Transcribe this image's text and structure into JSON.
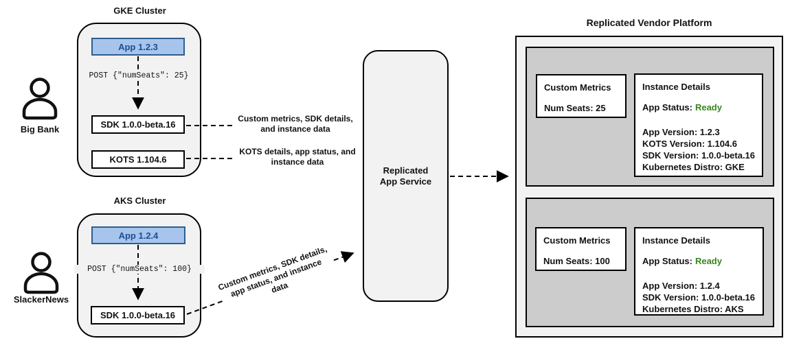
{
  "colors": {
    "container_fill": "#f2f2f2",
    "tenant_panel_fill": "#cccccc",
    "app_box_fill": "#a6c4ec",
    "app_box_border": "#2d5d8f",
    "app_box_text": "#1b4f91",
    "status_green": "#38861d",
    "line_black": "#000000"
  },
  "big_bank_flow": {
    "cluster_title": "GKE Cluster",
    "app_label": "App 1.2.3",
    "post_label": "POST {\"numSeats\": 25}",
    "sdk_label": "SDK 1.0.0-beta.16",
    "kots_label": "KOTS 1.104.6",
    "actor": "Big Bank"
  },
  "slackernews_flow": {
    "cluster_title": "AKS Cluster",
    "app_label": "App 1.2.4",
    "post_label": "POST {\"numSeats\": 100}",
    "sdk_label": "SDK 1.0.0-beta.16",
    "actor": "SlackerNews"
  },
  "arrow_labels": {
    "sdk_to_service": "Custom metrics, SDK details, and instance data",
    "kots_to_service": "KOTS details, app status, and instance data",
    "sdk2_to_service": "Custom metrics, SDK details, app status, and instance data"
  },
  "service": {
    "label": "Replicated App Service"
  },
  "platform": {
    "title": "Replicated Vendor Platform",
    "tenants": [
      {
        "name": "Big Bank",
        "custom_metrics_title": "Custom Metrics",
        "num_seats": "Num Seats: 25",
        "instance_details_title": "Instance Details",
        "app_status_label": "App Status:",
        "app_status_value": "Ready",
        "details": [
          "App Version: 1.2.3",
          "KOTS Version: 1.104.6",
          "SDK Version: 1.0.0-beta.16",
          "Kubernetes Distro: GKE"
        ]
      },
      {
        "name": "SlackerNews",
        "custom_metrics_title": "Custom Metrics",
        "num_seats": "Num Seats: 100",
        "instance_details_title": "Instance Details",
        "app_status_label": "App Status:",
        "app_status_value": "Ready",
        "details": [
          "App Version: 1.2.4",
          "SDK Version: 1.0.0-beta.16",
          "Kubernetes Distro: AKS"
        ]
      }
    ]
  }
}
